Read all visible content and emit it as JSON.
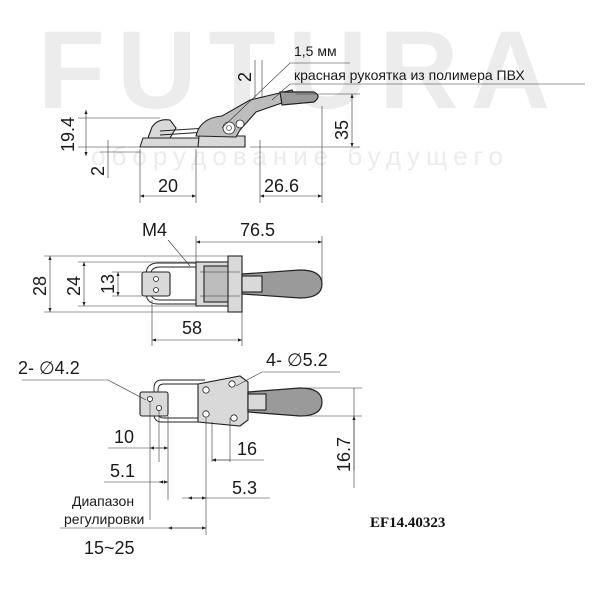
{
  "watermark": {
    "brand": "FUTURA",
    "slogan": "оборудование будущего"
  },
  "side_view": {
    "wire_label": "1,5 мм",
    "handle_label": "красная рукоятка из полимера ПВХ",
    "dim_top_2": "2",
    "dim_height": "19.4",
    "dim_base_2": "2",
    "dim_35": "35",
    "dim_20": "20",
    "dim_26_6": "26.6"
  },
  "top_view": {
    "thread": "M4",
    "dim_76_5": "76.5",
    "dim_28": "28",
    "dim_24": "24",
    "dim_13": "13",
    "dim_58": "58"
  },
  "hole_view": {
    "holes_small": "2- ∅4.2",
    "holes_large": "4- ∅5.2",
    "dim_10": "10",
    "dim_16": "16",
    "dim_5_1": "5.1",
    "dim_5_3": "5.3",
    "dim_16_7": "16.7",
    "range_label_1": "Диапазон",
    "range_label_2": "регулировки",
    "range_value": "15~25"
  },
  "article_code": "EF14.40323"
}
